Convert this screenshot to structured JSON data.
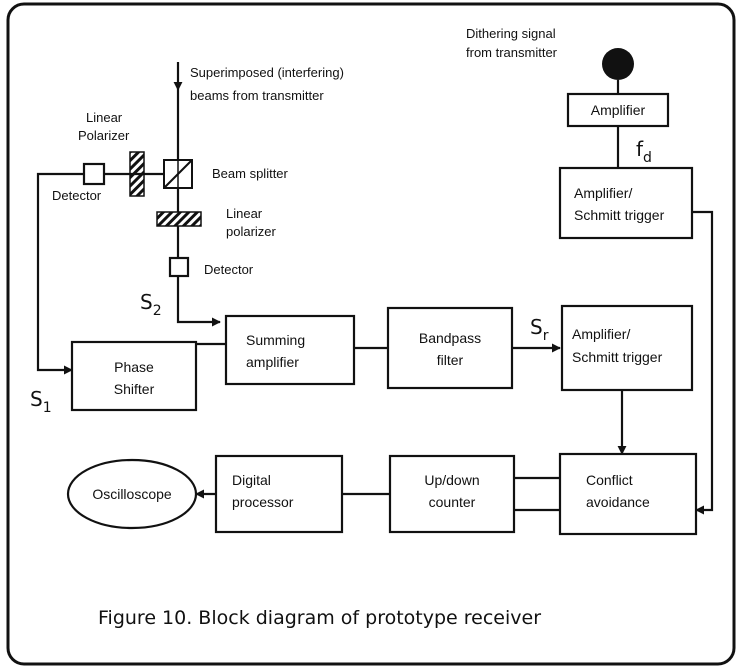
{
  "diagram": {
    "caption": "Figure 10.  Block diagram of prototype receiver",
    "input_beams": [
      "Superimposed (interfering)",
      "beams from transmitter"
    ],
    "dither_source": [
      "Dithering signal",
      "from transmitter"
    ],
    "labels": {
      "linear_polarizer_top": [
        "Linear",
        "Polarizer"
      ],
      "linear_polarizer_bottom": [
        "Linear",
        "polarizer"
      ],
      "beam_splitter": "Beam splitter",
      "detector_left": "Detector",
      "detector_bottom": "Detector"
    },
    "blocks": {
      "amplifier": [
        "Amplifier"
      ],
      "amp_schmitt_top": [
        "Amplifier/",
        "Schmitt trigger"
      ],
      "summing_amplifier": [
        "Summing",
        "amplifier"
      ],
      "bandpass_filter": [
        "Bandpass",
        "filter"
      ],
      "amp_schmitt_mid": [
        "Amplifier/",
        "Schmitt trigger"
      ],
      "phase_shifter": [
        "Phase",
        "Shifter"
      ],
      "conflict_avoidance": [
        "Conflict",
        "avoidance"
      ],
      "up_down_counter": [
        "Up/down",
        "counter"
      ],
      "digital_processor": [
        "Digital",
        "processor"
      ],
      "oscilloscope": [
        "Oscilloscope"
      ]
    },
    "signals": {
      "s1": {
        "main": "S",
        "sub": "1"
      },
      "s2": {
        "main": "S",
        "sub": "2"
      },
      "sr": {
        "main": "S",
        "sub": "r"
      },
      "fd": {
        "main": "f",
        "sub": "d"
      }
    }
  }
}
